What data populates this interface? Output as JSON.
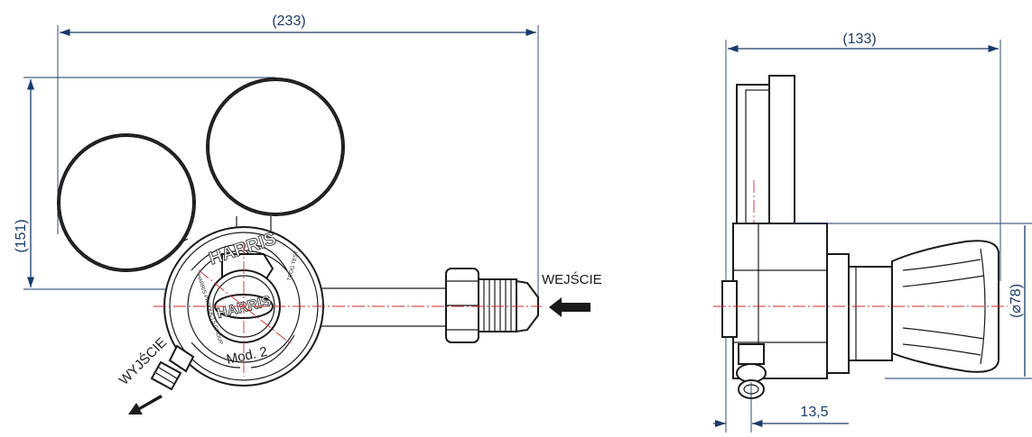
{
  "dimensions": {
    "overall_width": "233",
    "overall_height": "151",
    "side_depth": "133",
    "gauge_diameter": "⌀78",
    "outlet_offset": "13,5"
  },
  "labels": {
    "inlet": "WEJŚCIE",
    "outlet": "WYJŚCIE",
    "brand": "HARRIS",
    "model": "Mod. 2"
  },
  "colors": {
    "dimension_lines": "#1b3a6b",
    "center_lines": "#d22b2b",
    "outline": "#1a1a1a"
  }
}
